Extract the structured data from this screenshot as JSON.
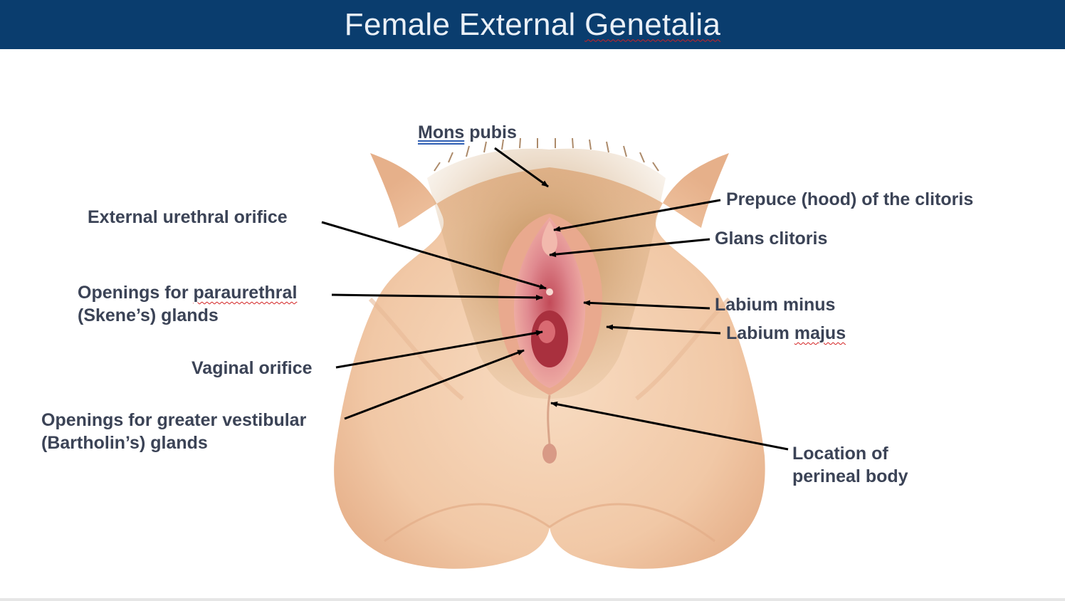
{
  "title": {
    "part1": "Female External ",
    "part2": "Genetalia"
  },
  "labels": {
    "mons_pubis": {
      "part1": "Mons",
      "part2": " pubis"
    },
    "prepuce": "Prepuce (hood) of the clitoris",
    "glans": "Glans clitoris",
    "urethral_orifice": "External urethral orifice",
    "paraurethral": {
      "line1a": "Openings for ",
      "line1b": "paraurethral",
      "line2": "(Skene’s) glands"
    },
    "labium_minus": "Labium minus",
    "labium_majus": {
      "part1": "Labium ",
      "part2": "majus"
    },
    "vaginal_orifice": "Vaginal orifice",
    "greater_vestibular": {
      "line1": "Openings for greater vestibular",
      "line2": "(Bartholin’s) glands"
    },
    "perineal_body": {
      "line1": "Location of",
      "line2": "perineal body"
    }
  },
  "colors": {
    "title_bar": "#0a3d6e",
    "label_text": "#3b4356",
    "skin": "#f3cfb0",
    "pubic_hair": "#a8743f",
    "vestibule": "#d9707a",
    "arrow": "#000000"
  }
}
